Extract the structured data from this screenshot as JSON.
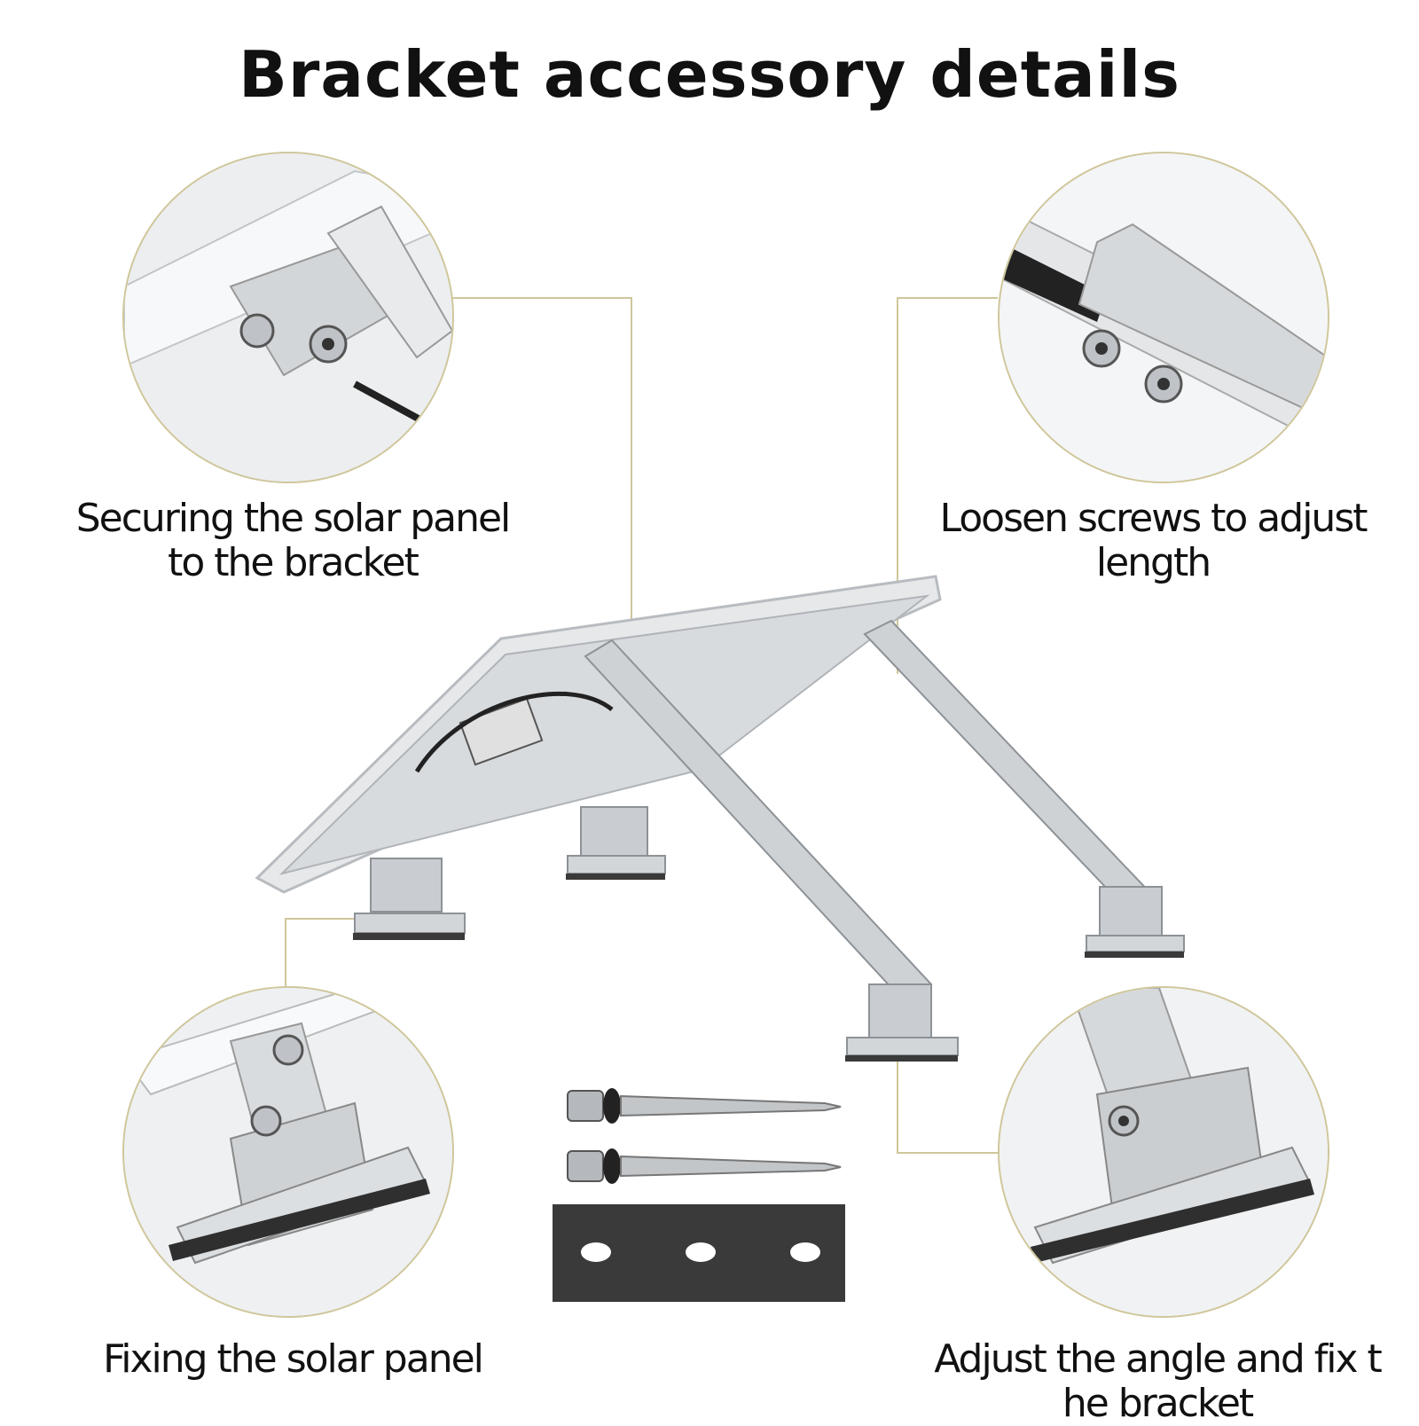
{
  "title": "Bracket accessory details",
  "callouts": [
    {
      "id": "top-left",
      "lines": [
        "Securing the solar panel",
        "to the bracket"
      ]
    },
    {
      "id": "top-right",
      "lines": [
        "Loosen screws to adjust",
        "length"
      ]
    },
    {
      "id": "bottom-left",
      "lines": [
        "Fixing the solar panel"
      ]
    },
    {
      "id": "bottom-right",
      "lines": [
        "Adjust the angle and fix t",
        "he bracket"
      ]
    }
  ],
  "colors": {
    "leader_line": "#cfc69a",
    "aluminum": "#c9cdd1",
    "panel_frame": "#e6e8ea",
    "rubber_pad": "#3a3a3a"
  }
}
